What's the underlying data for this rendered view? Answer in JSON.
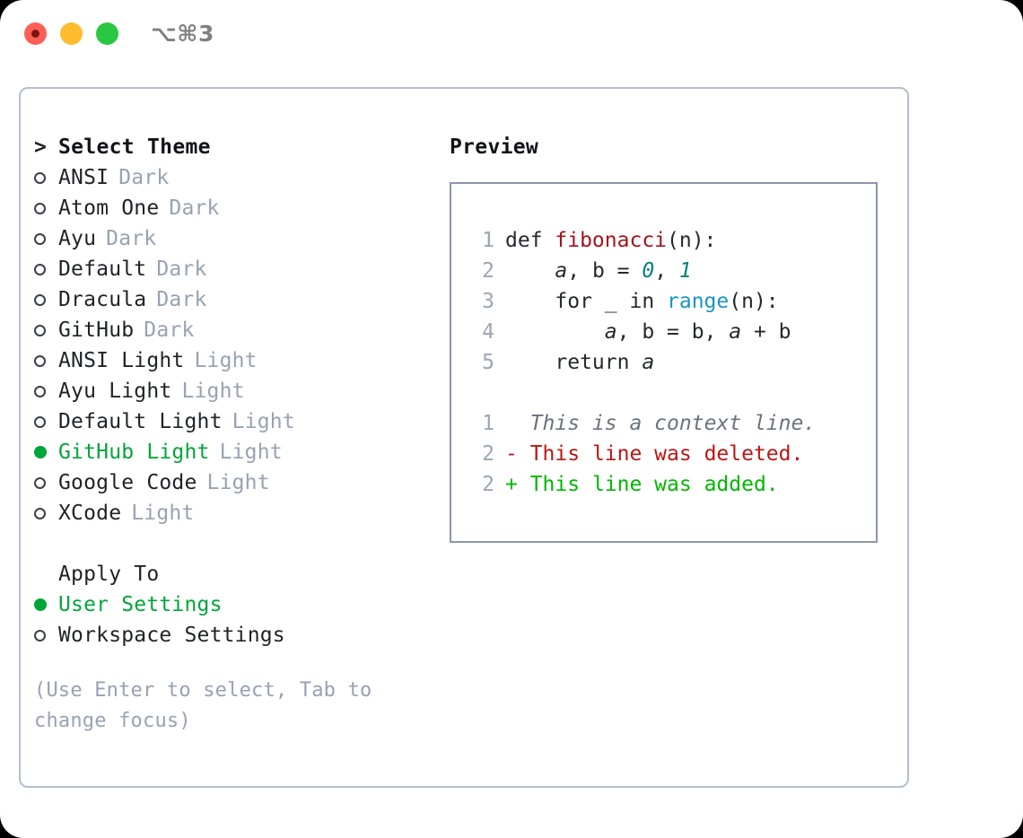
{
  "window": {
    "shortcut_label": "⌥⌘3",
    "traffic_lights": [
      "close",
      "minimize",
      "maximize"
    ]
  },
  "theme_picker": {
    "header": {
      "prompt": ">",
      "title": "Select Theme"
    },
    "selected_theme": "GitHub Light",
    "items": [
      {
        "marker": "○",
        "name": "ANSI",
        "tag": "Dark",
        "selected": false
      },
      {
        "marker": "○",
        "name": "Atom One",
        "tag": "Dark",
        "selected": false
      },
      {
        "marker": "○",
        "name": "Ayu",
        "tag": "Dark",
        "selected": false
      },
      {
        "marker": "○",
        "name": "Default",
        "tag": "Dark",
        "selected": false
      },
      {
        "marker": "○",
        "name": "Dracula",
        "tag": "Dark",
        "selected": false
      },
      {
        "marker": "○",
        "name": "GitHub",
        "tag": "Dark",
        "selected": false
      },
      {
        "marker": "○",
        "name": "ANSI Light",
        "tag": "Light",
        "selected": false
      },
      {
        "marker": "○",
        "name": "Ayu Light",
        "tag": "Light",
        "selected": false
      },
      {
        "marker": "○",
        "name": "Default Light",
        "tag": "Light",
        "selected": false
      },
      {
        "marker": "●",
        "name": "GitHub Light",
        "tag": "Light",
        "selected": true
      },
      {
        "marker": "○",
        "name": "Google Code",
        "tag": "Light",
        "selected": false
      },
      {
        "marker": "○",
        "name": "XCode",
        "tag": "Light",
        "selected": false
      }
    ]
  },
  "apply_to": {
    "label": "Apply To",
    "selected": "User Settings",
    "options": [
      {
        "marker": "●",
        "label": "User Settings",
        "selected": true
      },
      {
        "marker": "○",
        "label": "Workspace Settings",
        "selected": false
      }
    ]
  },
  "hint": {
    "text": "(Use Enter to select, Tab to change focus)"
  },
  "preview": {
    "title": "Preview",
    "code": {
      "lines": [
        {
          "number": "1",
          "segments": [
            {
              "text": "def ",
              "style": "plain"
            },
            {
              "text": "fibonacci",
              "style": "func"
            },
            {
              "text": "(n):",
              "style": "plain"
            }
          ]
        },
        {
          "number": "2",
          "segments": [
            {
              "text": "    ",
              "style": "plain"
            },
            {
              "text": "a",
              "style": "var"
            },
            {
              "text": ", ",
              "style": "plain"
            },
            {
              "text": "b",
              "style": "plain"
            },
            {
              "text": " = ",
              "style": "plain"
            },
            {
              "text": "0",
              "style": "num"
            },
            {
              "text": ", ",
              "style": "plain"
            },
            {
              "text": "1",
              "style": "num"
            }
          ]
        },
        {
          "number": "3",
          "segments": [
            {
              "text": "    for _ in ",
              "style": "plain"
            },
            {
              "text": "range",
              "style": "call"
            },
            {
              "text": "(n):",
              "style": "plain"
            }
          ]
        },
        {
          "number": "4",
          "segments": [
            {
              "text": "        ",
              "style": "plain"
            },
            {
              "text": "a",
              "style": "var"
            },
            {
              "text": ", b = b, ",
              "style": "plain"
            },
            {
              "text": "a",
              "style": "var"
            },
            {
              "text": " + b",
              "style": "plain"
            }
          ]
        },
        {
          "number": "5",
          "segments": [
            {
              "text": "    return ",
              "style": "plain"
            },
            {
              "text": "a",
              "style": "var"
            }
          ]
        }
      ]
    },
    "diff": {
      "lines": [
        {
          "number": "1",
          "sign": " ",
          "text": " This is a context line.",
          "kind": "context"
        },
        {
          "number": "2",
          "sign": "-",
          "text": " This line was deleted.",
          "kind": "deleted"
        },
        {
          "number": "2",
          "sign": "+",
          "text": " This line was added.",
          "kind": "added"
        }
      ]
    }
  },
  "colors": {
    "selected_green": "#00a63a",
    "tag_gray": "#97a2b3",
    "panel_border": "#b5bece",
    "preview_border": "#8b97aa",
    "code_func_red": "#a3141b",
    "code_number_teal": "#087e7e",
    "code_call_blue": "#1896c4",
    "diff_deleted_red": "#bf1515",
    "diff_added_green": "#00b800",
    "traffic_red": "#ff5f57",
    "traffic_yellow": "#febc2e",
    "traffic_green": "#28c840"
  }
}
